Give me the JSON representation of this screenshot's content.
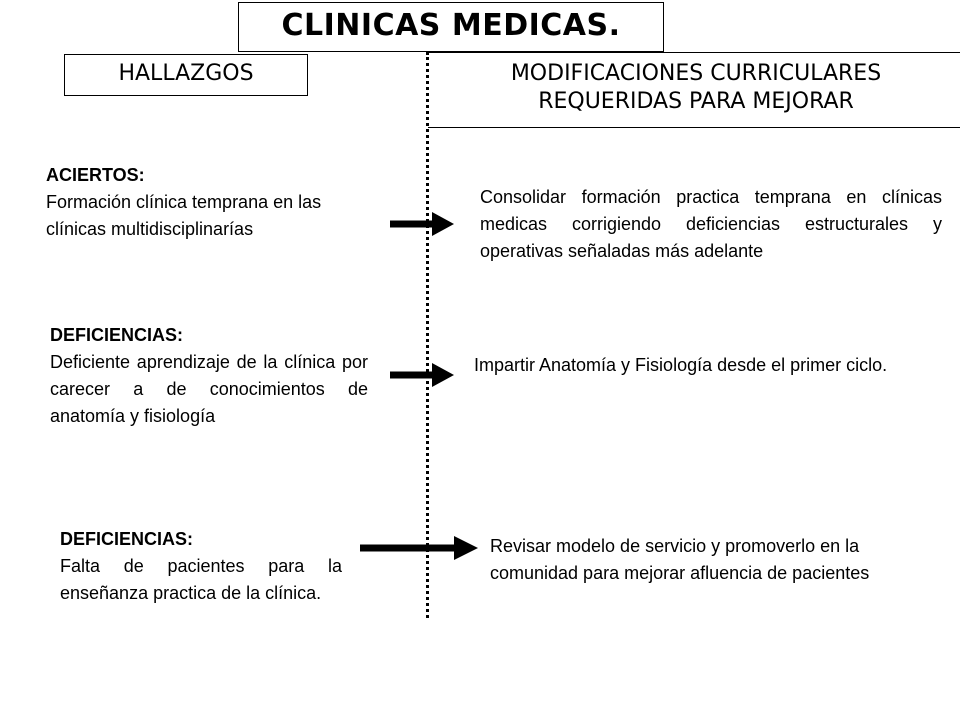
{
  "title": "CLINICAS MEDICAS.",
  "left_header": "HALLAZGOS",
  "right_header": {
    "line1": "MODIFICACIONES CURRICULARES",
    "line2": "REQUERIDAS PARA MEJORAR"
  },
  "rows": [
    {
      "finding_heading": "ACIERTOS:",
      "finding_text": "Formación clínica temprana en las clínicas multidisciplinarías",
      "modification": "Consolidar formación practica temprana en clínicas medicas corrigiendo deficiencias estructurales y operativas señaladas más adelante"
    },
    {
      "finding_heading": "DEFICIENCIAS:",
      "finding_text": "Deficiente aprendizaje de la clínica por carecer a de conocimientos de anatomía y fisiología",
      "modification": "Impartir Anatomía y Fisiología desde el primer ciclo."
    },
    {
      "finding_heading": "DEFICIENCIAS:",
      "finding_text": "Falta de pacientes para la enseñanza practica de la clínica.",
      "modification": "Revisar modelo de servicio y promoverlo en la comunidad  para mejorar afluencia de pacientes"
    }
  ]
}
